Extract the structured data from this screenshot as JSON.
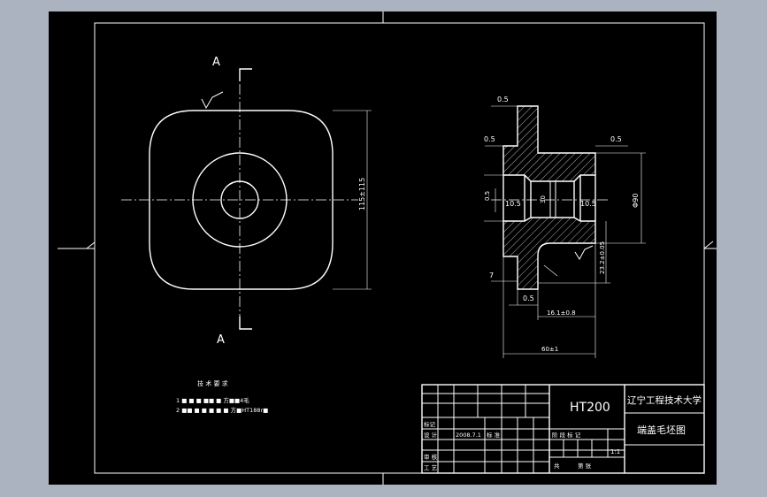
{
  "colors": {
    "outer_bg": "#abb3c1",
    "sheet_bg": "#000000",
    "line": "#ffffff"
  },
  "front_view": {
    "section_label_top": "A",
    "section_label_bottom": "A",
    "dim_height": "115±115"
  },
  "section_view": {
    "dims": {
      "t_top": "0.5",
      "t_left_upper": "0.5",
      "t_right_upper": "0.5",
      "t_left_mid": "0.5",
      "bore_left": "10.5",
      "bore_right": "10.5",
      "bore_center": "30",
      "dia_right": "Φ90",
      "dia_lower": "23.2±0.05",
      "seven": "7",
      "t_bottom": "0.5",
      "len_161": "16.1±0.8",
      "len_60": "60±1"
    }
  },
  "tech_requirements": {
    "title": "技 术 要 求",
    "items": [
      "1  ■ ■ ■ ■■ ■ 方■■4毛",
      "2  ■■ ■ ■ ■ ■ ■ 方■HT188r■"
    ]
  },
  "title_block": {
    "material": "HT200",
    "school": "辽宁工程技术大学",
    "drawing_name": "端盖毛坯图",
    "scale": "1:1",
    "row_mark": "标记",
    "row_design": "设 计",
    "date": "2008.7.1",
    "row_std": "标 准",
    "row_check": "审 核",
    "row_process": "工 艺",
    "stage_mark": "阶 段 标 记",
    "sheet_total": "共",
    "sheet_no": "第 张"
  }
}
